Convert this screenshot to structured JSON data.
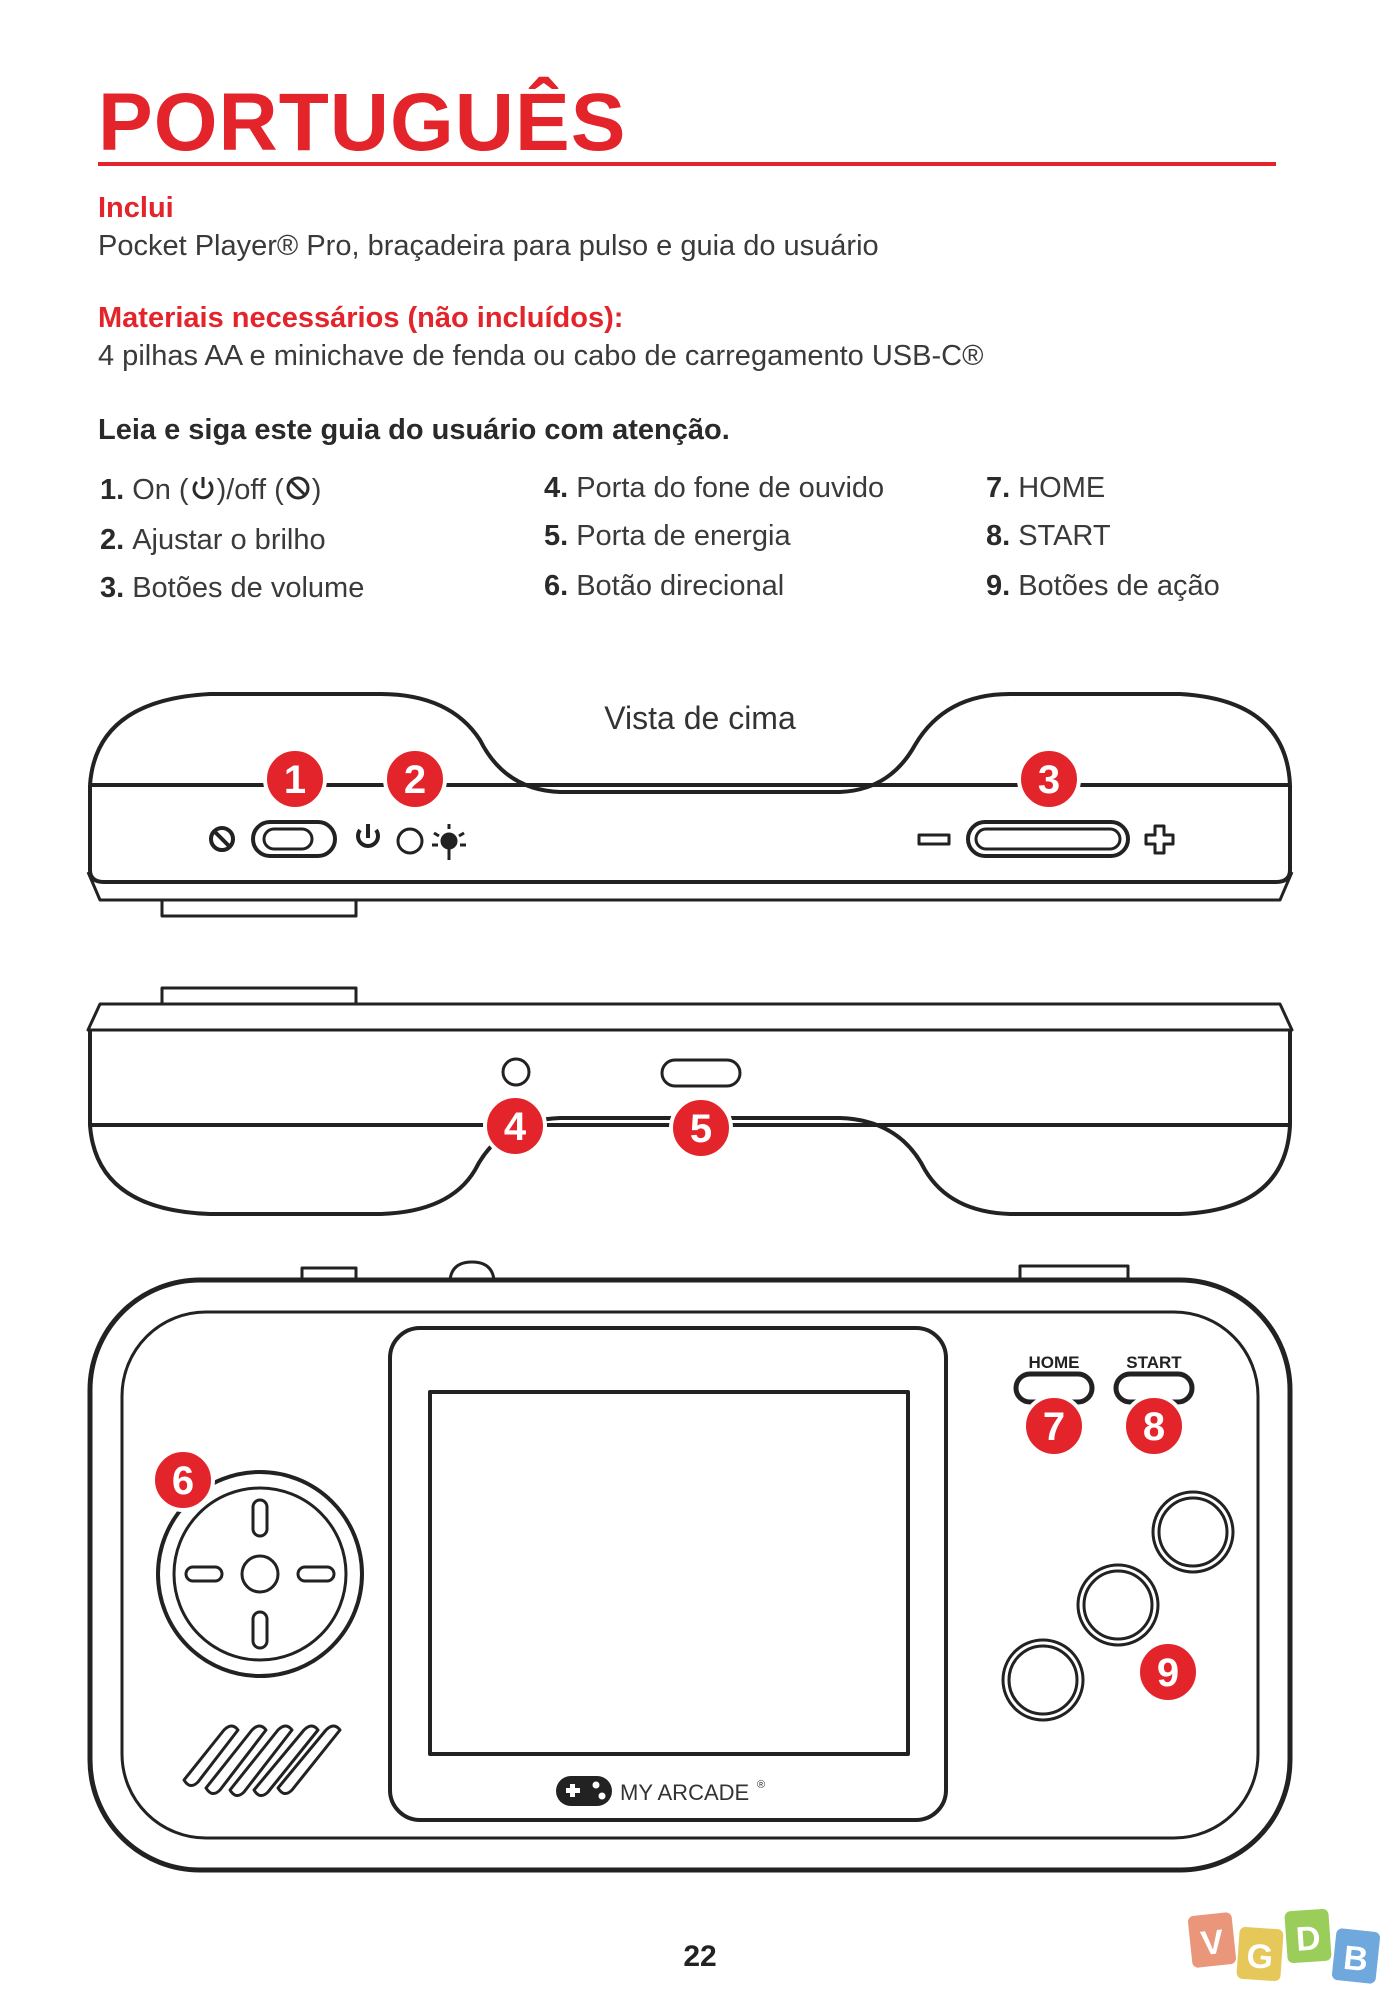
{
  "page": {
    "title": "PORTUGUÊS",
    "includes": {
      "heading": "Inclui",
      "text": "Pocket Player® Pro, braçadeira para pulso e guia do usuário"
    },
    "materials": {
      "heading": "Materiais necessários (não incluídos):",
      "text": "4 pilhas AA e minichave de fenda ou cabo de carregamento USB-C®"
    },
    "note": "Leia e siga este guia do usuário com atenção.",
    "legend": [
      {
        "num": "1.",
        "label": "On (",
        "suffix": ")/off (",
        "suffix2": ")"
      },
      {
        "num": "2.",
        "label": "Ajustar o brilho"
      },
      {
        "num": "3.",
        "label": "Botões de volume"
      },
      {
        "num": "4.",
        "label": "Porta do fone de ouvido"
      },
      {
        "num": "5.",
        "label": "Porta de energia"
      },
      {
        "num": "6.",
        "label": "Botão direcional"
      },
      {
        "num": "7.",
        "label": "HOME"
      },
      {
        "num": "8.",
        "label": "START"
      },
      {
        "num": "9.",
        "label": "Botões de ação"
      }
    ],
    "view_label": "Vista de cima",
    "markers": [
      "1",
      "2",
      "3",
      "4",
      "5",
      "6",
      "7",
      "8",
      "9"
    ],
    "device": {
      "home_label": "HOME",
      "start_label": "START",
      "brand": "MY ARCADE",
      "brand_mark": "®"
    },
    "page_number": "22",
    "watermark": {
      "letters": [
        "V",
        "G",
        "D",
        "B"
      ]
    },
    "colors": {
      "accent": "#e3242b",
      "line": "#222222"
    }
  }
}
